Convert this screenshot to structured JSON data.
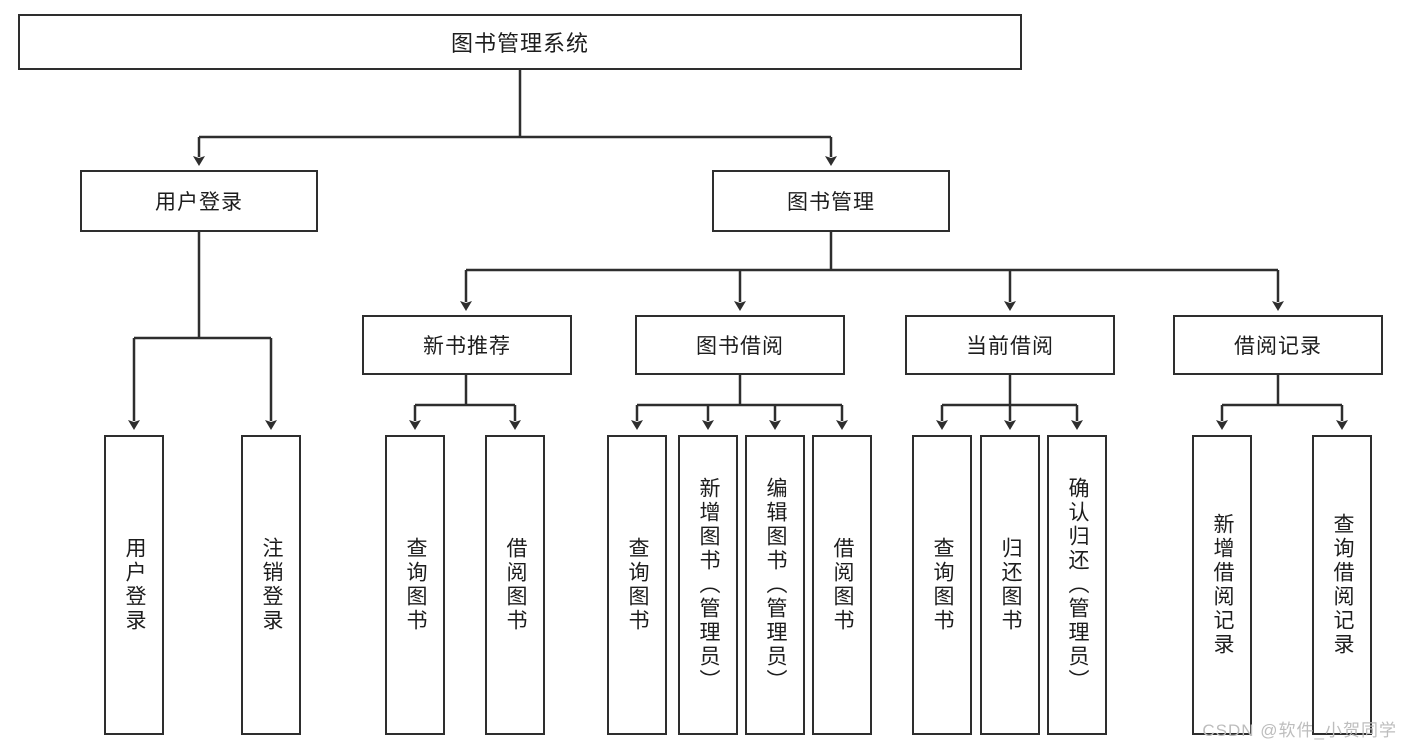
{
  "diagram": {
    "type": "tree-hierarchy",
    "title": "图书管理系统",
    "root": {
      "label": "图书管理系统"
    },
    "level2": [
      {
        "label": "用户登录"
      },
      {
        "label": "图书管理"
      }
    ],
    "level3": [
      {
        "label": "新书推荐"
      },
      {
        "label": "图书借阅"
      },
      {
        "label": "当前借阅"
      },
      {
        "label": "借阅记录"
      }
    ],
    "leaves_user_login": [
      {
        "label": "用户登录"
      },
      {
        "label": "注销登录"
      }
    ],
    "leaves_new_book": [
      {
        "label": "查询图书"
      },
      {
        "label": "借阅图书"
      }
    ],
    "leaves_borrow": [
      {
        "label": "查询图书"
      },
      {
        "label": "新增图书（管理员）"
      },
      {
        "label": "编辑图书（管理员）"
      },
      {
        "label": "借阅图书"
      }
    ],
    "leaves_current": [
      {
        "label": "查询图书"
      },
      {
        "label": "归还图书"
      },
      {
        "label": "确认归还（管理员）"
      }
    ],
    "leaves_records": [
      {
        "label": "新增借阅记录"
      },
      {
        "label": "查询借阅记录"
      }
    ]
  },
  "watermark": {
    "text": "CSDN @软件_小贺同学"
  },
  "colors": {
    "border": "#2e2e2e",
    "background": "#ffffff",
    "text": "#1d1d1d",
    "watermark": "#bdbdbd"
  }
}
